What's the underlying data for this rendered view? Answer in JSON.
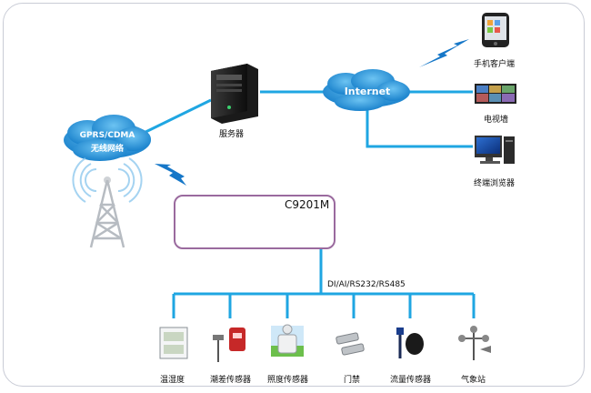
{
  "network": {
    "gprs_line1": "GPRS/CDMA",
    "gprs_line2": "无线网络",
    "internet": "Internet"
  },
  "nodes": {
    "server": "服务器",
    "mobile": "手机客户端",
    "tv_wall": "电视墙",
    "browser": "终端浏览器"
  },
  "device": {
    "model": "C9201M",
    "bus": "DI/AI/RS232/RS485"
  },
  "sensors": [
    {
      "label": "温湿度"
    },
    {
      "label": "潮差传感器"
    },
    {
      "label": "照度传感器"
    },
    {
      "label": "门禁"
    },
    {
      "label": "流量传感器"
    },
    {
      "label": "气象站"
    }
  ],
  "colors": {
    "line": "#1fa6e2",
    "bolt": "#1677c8",
    "cloud": "#1f8fd6",
    "frame": "#c9ccd6",
    "device_border": "#9a6a9e"
  }
}
